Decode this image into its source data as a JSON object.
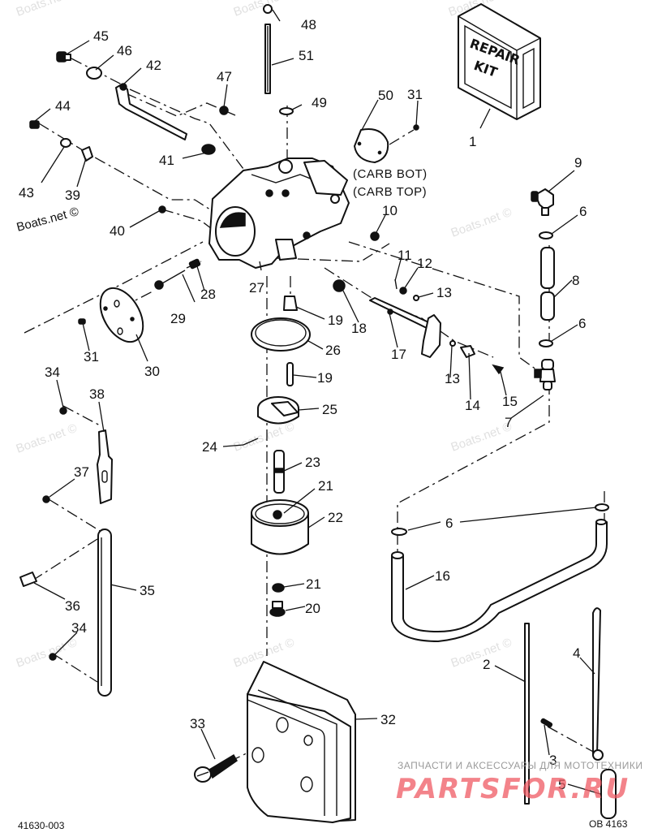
{
  "diagram": {
    "title": "Carburetor exploded parts diagram",
    "callouts": {
      "c1": "1",
      "c2": "2",
      "c3": "3",
      "c4": "4",
      "c5": "5",
      "c6a": "6",
      "c6b": "6",
      "c6c": "6",
      "c7": "7",
      "c8": "8",
      "c9": "9",
      "c10": "10",
      "c11": "11",
      "c12": "12",
      "c13a": "13",
      "c13b": "13",
      "c14": "14",
      "c15": "15",
      "c16": "16",
      "c17": "17",
      "c18": "18",
      "c19a": "19",
      "c19b": "19",
      "c20": "20",
      "c21a": "21",
      "c21b": "21",
      "c22": "22",
      "c23": "23",
      "c24": "24",
      "c25": "25",
      "c26": "26",
      "c27": "27",
      "c28": "28",
      "c29": "29",
      "c30": "30",
      "c31a": "31",
      "c31b": "31",
      "c32": "32",
      "c33": "33",
      "c34a": "34",
      "c34b": "34",
      "c35": "35",
      "c36": "36",
      "c37": "37",
      "c38": "38",
      "c39": "39",
      "c40": "40",
      "c41": "41",
      "c42": "42",
      "c43": "43",
      "c44": "44",
      "c45": "45",
      "c46": "46",
      "c47": "47",
      "c48": "48",
      "c49": "49",
      "c50": "50",
      "c51": "51"
    },
    "notes": {
      "carb_bot": "(CARB BOT)",
      "carb_top": "(CARB TOP)"
    },
    "repair_kit": {
      "line1": "REPAIR",
      "line2": "KIT"
    },
    "refs": {
      "left": "41630-003",
      "right": "OB 4163"
    }
  },
  "watermarks": {
    "boats_net": "Boats.net ©",
    "shop_tagline": "ЗАПЧАСТИ И АКСЕССУАРЫ ДЛЯ МОТОТЕХНИКИ",
    "shop_logo": "PARTSFOR.RU",
    "shop_color": "#ef5a63"
  }
}
